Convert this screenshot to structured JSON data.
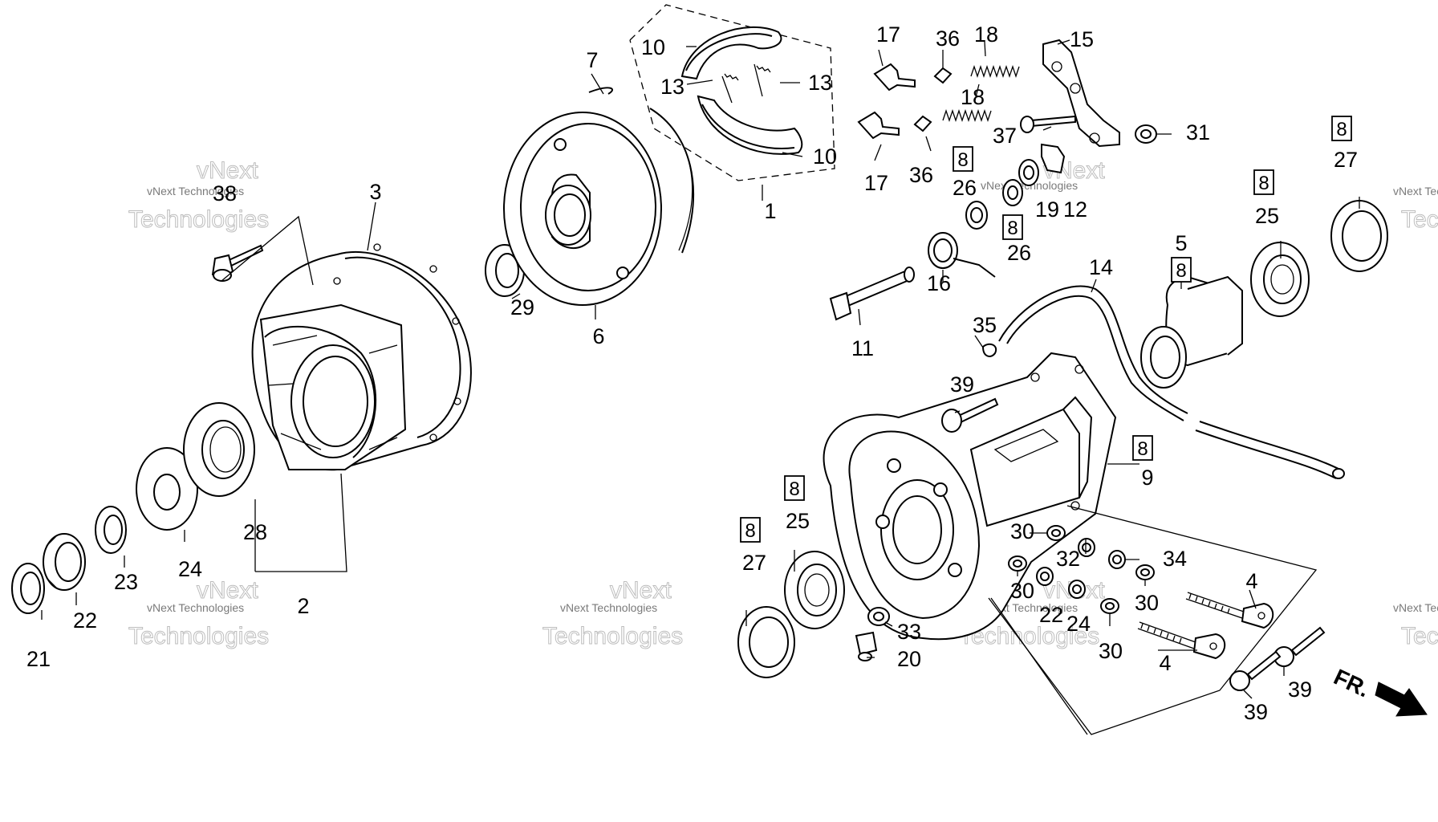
{
  "watermark": {
    "line1": "vNext Technologies",
    "line2": "vNext",
    "line3": "Technologies"
  },
  "direction_label": "FR.",
  "box_label": "8",
  "labels": {
    "l1": "1",
    "l2": "2",
    "l3": "3",
    "l4a": "4",
    "l4b": "4",
    "l5": "5",
    "l6": "6",
    "l7": "7",
    "l9": "9",
    "l10a": "10",
    "l10b": "10",
    "l11": "11",
    "l12": "12",
    "l13a": "13",
    "l13b": "13",
    "l14": "14",
    "l15": "15",
    "l16": "16",
    "l17a": "17",
    "l17b": "17",
    "l18a": "18",
    "l18b": "18",
    "l19": "19",
    "l20": "20",
    "l21": "21",
    "l22a": "22",
    "l22b": "22",
    "l23": "23",
    "l24a": "24",
    "l24b": "24",
    "l25a": "25",
    "l25b": "25",
    "l26a": "26",
    "l26b": "26",
    "l27a": "27",
    "l27b": "27",
    "l28": "28",
    "l29": "29",
    "l30a": "30",
    "l30b": "30",
    "l30c": "30",
    "l30d": "30",
    "l31": "31",
    "l32": "32",
    "l33": "33",
    "l34": "34",
    "l35": "35",
    "l36a": "36",
    "l36b": "36",
    "l37": "37",
    "l38": "38",
    "l39a": "39",
    "l39b": "39",
    "l39c": "39"
  }
}
